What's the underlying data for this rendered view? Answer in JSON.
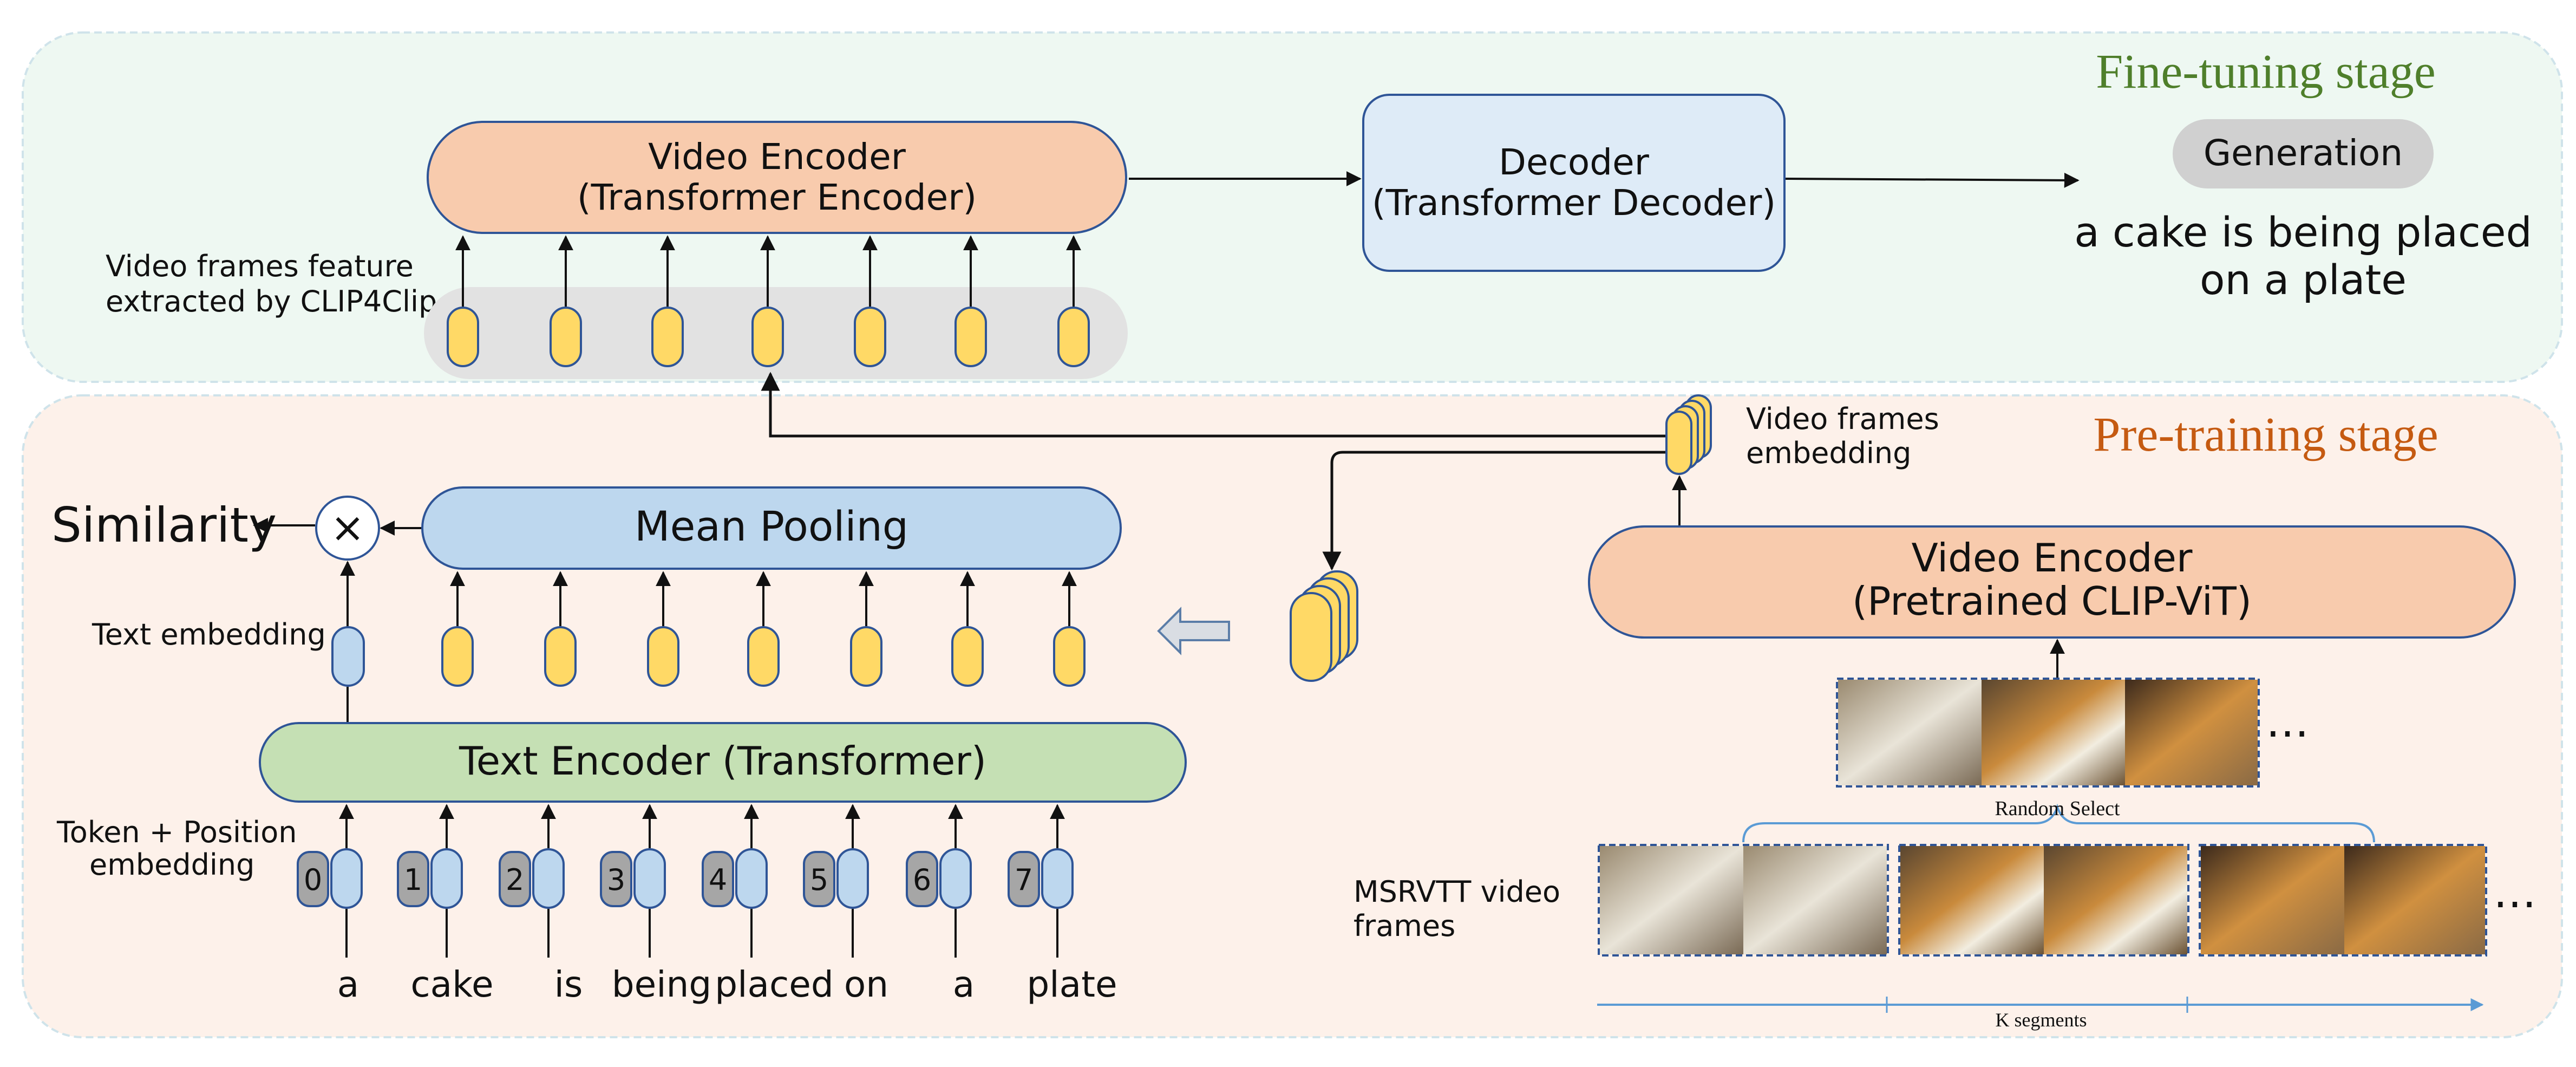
{
  "stages": {
    "finetune": "Fine-tuning stage",
    "pretrain": "Pre-training stage"
  },
  "finetune": {
    "video_encoder": [
      "Video Encoder",
      "(Transformer Encoder)"
    ],
    "decoder": [
      "Decoder",
      "(Transformer Decoder)"
    ],
    "generation": "Generation",
    "caption": [
      "a cake is being placed",
      "on a plate"
    ],
    "feature_label": [
      "Video frames feature",
      "extracted by CLIP4Clip"
    ]
  },
  "pretrain": {
    "similarity": "Similarity",
    "multiply": "×",
    "mean_pooling": "Mean Pooling",
    "text_embedding": "Text embedding",
    "text_encoder": "Text Encoder (Transformer)",
    "token_label": [
      "Token + Position",
      "embedding"
    ],
    "token_indices": [
      "0",
      "1",
      "2",
      "3",
      "4",
      "5",
      "6",
      "7"
    ],
    "words": [
      "a",
      "cake",
      "is",
      "being",
      "placed",
      "on",
      "a",
      "plate"
    ],
    "video_frames_embedding": [
      "Video frames",
      "embedding"
    ],
    "video_encoder": [
      "Video Encoder",
      "(Pretrained CLIP-ViT)"
    ],
    "msrvtt_label": [
      "MSRVTT video",
      "frames"
    ],
    "random_select": "Random Select",
    "k_segments": "K segments",
    "ellipsis": "…"
  },
  "colors": {
    "finetune_bg": "#eef8f2",
    "pretrain_bg": "#fdf1ea",
    "encoder_orange": "#f8cbad",
    "pooling_blue": "#bdd7ee",
    "decoder_blue": "#deebf7",
    "text_green": "#c5e0b4",
    "token_yellow": "#ffd966",
    "finetune_title": "#4f7f2b",
    "pretrain_title": "#c55a11",
    "timeline": "#5b9bd5"
  }
}
